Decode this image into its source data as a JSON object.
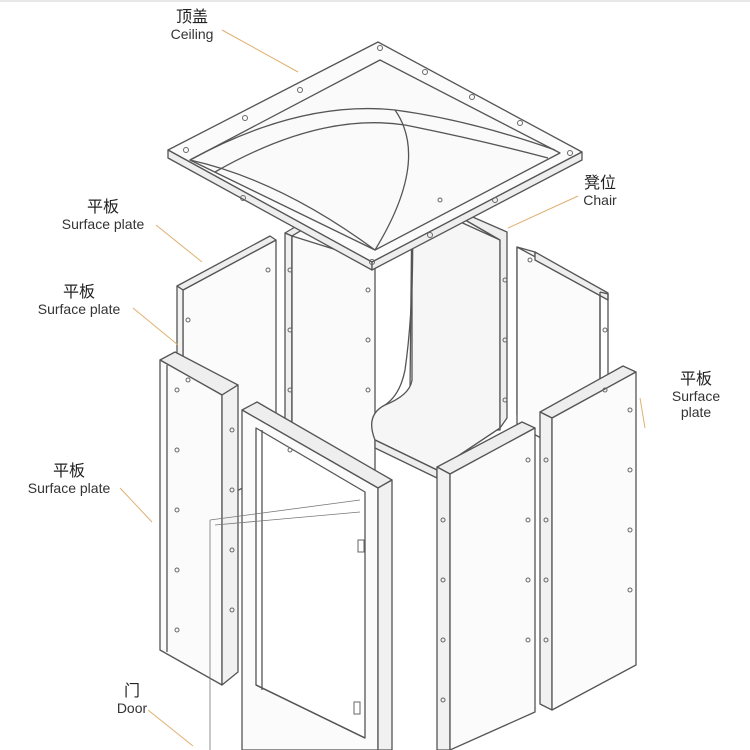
{
  "labels": {
    "ceiling": {
      "cn": "顶盖",
      "en": "Ceiling"
    },
    "chair": {
      "cn": "凳位",
      "en": "Chair"
    },
    "surface_plate_1": {
      "cn": "平板",
      "en": "Surface plate"
    },
    "surface_plate_2": {
      "cn": "平板",
      "en": "Surface plate"
    },
    "surface_plate_3": {
      "cn": "平板",
      "en": "Surface plate"
    },
    "surface_plate_right": {
      "cn": "平板",
      "en_line1": "Surface",
      "en_line2": "plate"
    },
    "door": {
      "cn": "门",
      "en": "Door"
    }
  },
  "colors": {
    "stroke": "#555555",
    "leader": "#e0b070",
    "panel_fill": "#fafafa",
    "panel_shade": "#eeeeee"
  }
}
